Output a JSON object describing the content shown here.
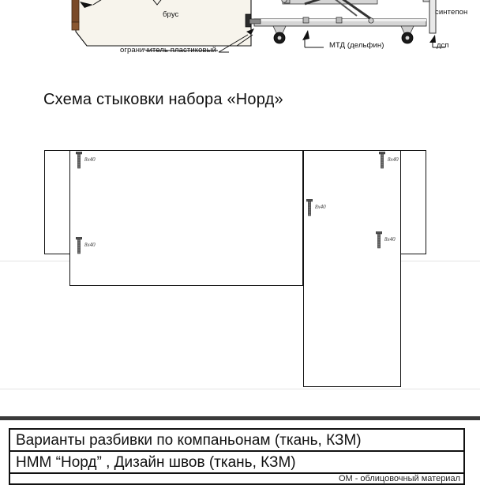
{
  "top_illustration": {
    "labels": [
      {
        "name": "brus-label",
        "text": "брус"
      },
      {
        "name": "ogranichitel-label",
        "text": "ограничитель пластиковый"
      },
      {
        "name": "mtd-label",
        "text": "МТД (дельфин)"
      },
      {
        "name": "dsp-label",
        "text": "дсп"
      },
      {
        "name": "ppu-sintepon-label",
        "text": "синтепон"
      }
    ]
  },
  "scheme": {
    "title": "Схема стыковки набора «Норд»",
    "screw_spec": "8x40",
    "screws": [
      {
        "name": "screw-left-top",
        "label": "8x40"
      },
      {
        "name": "screw-left-bottom",
        "label": "8x40"
      },
      {
        "name": "screw-center",
        "label": "8x40"
      },
      {
        "name": "screw-right-top",
        "label": "8x40"
      },
      {
        "name": "screw-right-bottom",
        "label": "8x40"
      }
    ],
    "panels": [
      {
        "name": "panel-left-small"
      },
      {
        "name": "panel-top-wide"
      },
      {
        "name": "panel-center-tall"
      },
      {
        "name": "panel-right-small"
      }
    ]
  },
  "bottom_table": {
    "rows": [
      {
        "name": "row-varianty",
        "text": "Варианты разбивки по компаньонам (ткань, КЗМ)"
      },
      {
        "name": "row-nmm-nord",
        "text": "НММ “Норд” , Дизайн швов (ткань, КЗМ)"
      },
      {
        "name": "row-om-legend",
        "text": "ОМ - облицовочный материал"
      }
    ]
  },
  "colors": {
    "ink": "#111111",
    "band": "#3a3a3a",
    "wood": "#7a4a28",
    "metal": "#c9c9c9"
  }
}
